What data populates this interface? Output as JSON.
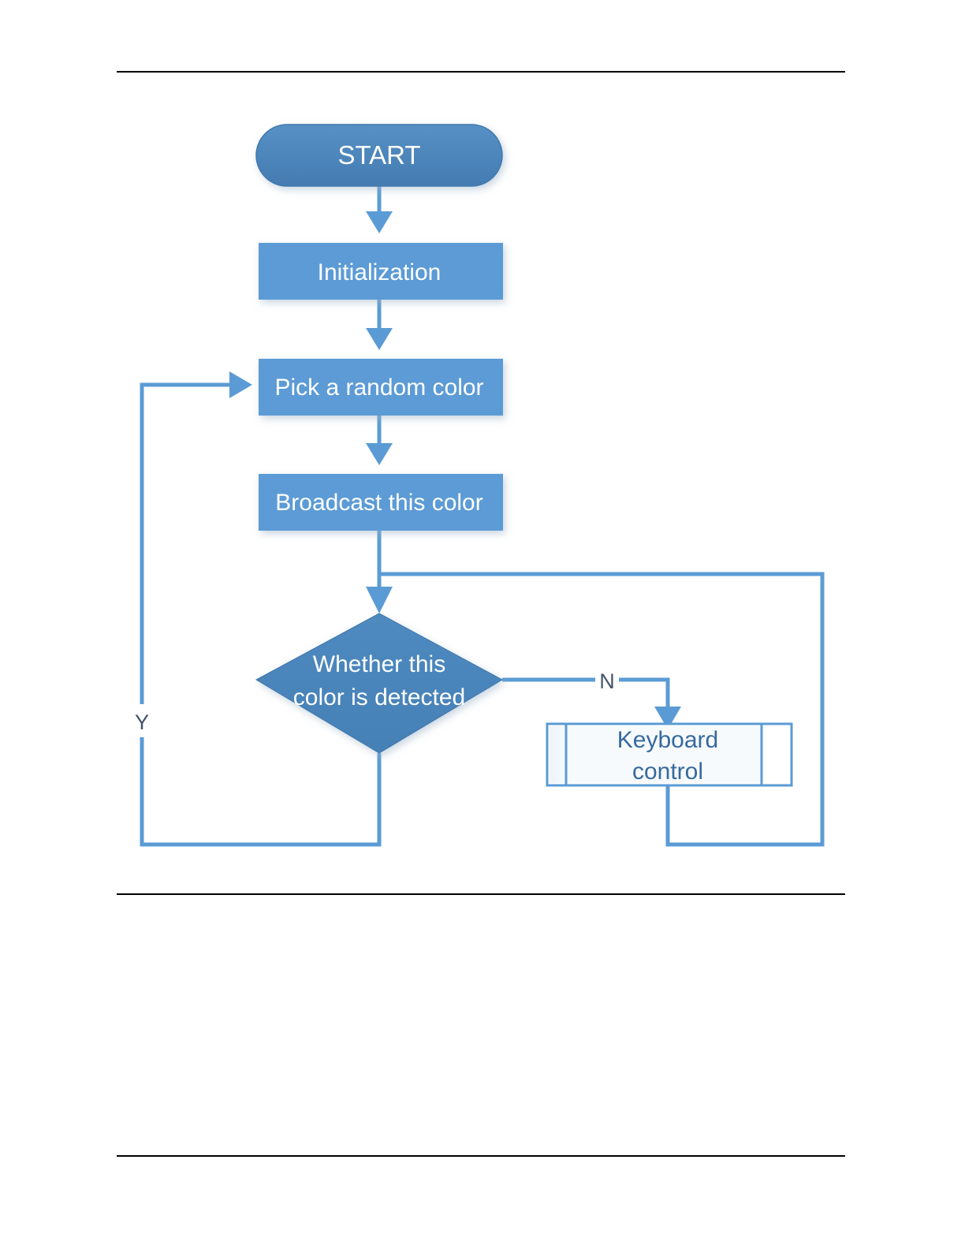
{
  "page": {
    "background": "#ffffff",
    "rules": [
      {
        "name": "header-rule"
      },
      {
        "name": "figure-bottom-rule"
      },
      {
        "name": "footer-rule"
      }
    ]
  },
  "colors": {
    "terminator_fill": "#4a85bc",
    "process_fill": "#5b9bd5",
    "decision_fill": "#4a85bc",
    "predefined_fill": "#ffffff",
    "predefined_band": "#f2f6fa",
    "connector": "#5b9bd5",
    "node_text_light": "#ffffff",
    "node_text_blue": "#36699f",
    "edge_label_text": "#44546a",
    "rule_color": "#000000"
  },
  "chart_data": {
    "type": "diagram",
    "diagram_kind": "flowchart",
    "title": "",
    "nodes": [
      {
        "id": "start",
        "shape": "terminator",
        "label": "START",
        "fill": "#4a85bc",
        "text_color": "#ffffff"
      },
      {
        "id": "init",
        "shape": "process",
        "label": "Initialization",
        "fill": "#5b9bd5",
        "text_color": "#ffffff"
      },
      {
        "id": "pick",
        "shape": "process",
        "label": "Pick a random color",
        "fill": "#5b9bd5",
        "text_color": "#ffffff"
      },
      {
        "id": "broadcast",
        "shape": "process",
        "label": "Broadcast this color",
        "fill": "#5b9bd5",
        "text_color": "#ffffff"
      },
      {
        "id": "decision",
        "shape": "decision",
        "label": "Whether this color is detected",
        "label_line1": "Whether this",
        "label_line2": "color is detected",
        "fill": "#4a85bc",
        "text_color": "#ffffff"
      },
      {
        "id": "keyboard",
        "shape": "predefined-process",
        "label": "Keyboard control",
        "label_line1": "Keyboard",
        "label_line2": "control",
        "fill": "#ffffff",
        "text_color": "#36699f"
      }
    ],
    "edges": [
      {
        "from": "start",
        "to": "init",
        "label": "",
        "arrow": true
      },
      {
        "from": "init",
        "to": "pick",
        "label": "",
        "arrow": true
      },
      {
        "from": "pick",
        "to": "broadcast",
        "label": "",
        "arrow": true
      },
      {
        "from": "broadcast",
        "to": "decision",
        "label": "",
        "arrow": true
      },
      {
        "from": "decision",
        "to": "pick",
        "label": "Y",
        "arrow": true,
        "route": "bottom-left-loop"
      },
      {
        "from": "decision",
        "to": "keyboard",
        "label": "N",
        "arrow": true,
        "route": "right-then-down"
      },
      {
        "from": "keyboard",
        "to": "decision",
        "label": "",
        "arrow": false,
        "route": "bottom-right-loop-to-broadcast-output"
      }
    ]
  },
  "labels": {
    "start": "START",
    "initialization": "Initialization",
    "pick_color": "Pick a random color",
    "broadcast_color": "Broadcast this color",
    "decision_line1": "Whether this",
    "decision_line2": "color is detected",
    "keyboard_line1": "Keyboard",
    "keyboard_line2": "control",
    "yes_branch": "Y",
    "no_branch": "N"
  }
}
